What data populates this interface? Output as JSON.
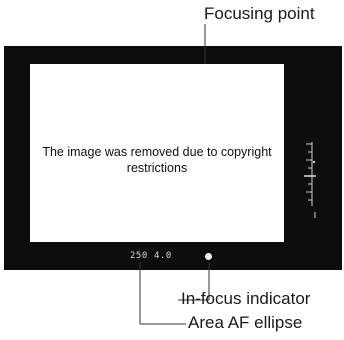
{
  "labels": {
    "focusing_point": "Focusing point",
    "in_focus_indicator": "In-focus indicator",
    "area_af_ellipse": "Area AF ellipse"
  },
  "screen": {
    "notice": "The image was removed due to copyright restrictions"
  },
  "readout": {
    "shutter": "250",
    "aperture": "4.0"
  },
  "colors": {
    "frame": "#0d0d0d",
    "screen": "#ffffff",
    "leader_line": "#333333"
  }
}
